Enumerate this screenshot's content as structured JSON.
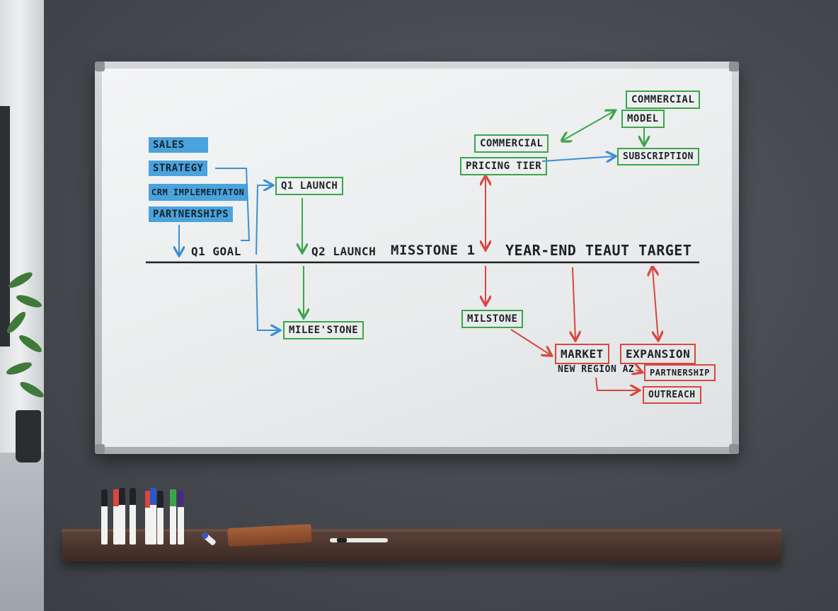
{
  "board": {
    "left_tags": [
      "SALES",
      "STRATEGY",
      "CRM IMPLEMENTATON",
      "PARTNERSHIPS"
    ],
    "timeline": {
      "q1_goal": "Q1 GOAL",
      "q2_launch": "Q2 LAUNCH",
      "misstone": "MISSTONE 1",
      "year_end": "YEAR-END TEAUT TARGET"
    },
    "boxes": {
      "q1_launch": "Q1 LAUNCH",
      "mileestone": "MILEE'STONE",
      "commercial_model_top": "COMMERCIAL",
      "commercial_model_bottom": "MODEL",
      "commercial": "COMMERCIAL",
      "subscription": "SUBSCRIPTION",
      "pricing_tier": "PRICING TIER",
      "milstone": "MILSTONE",
      "market": "MARKET",
      "expansion": "EXPANSION",
      "partnership": "PARTNERSHIP",
      "outreach": "OUTREACH"
    },
    "new_region": "NEW REGION AZ"
  },
  "colors": {
    "blue_marker": "#3b8fd6",
    "green_marker": "#3aa64a",
    "red_marker": "#d9463f",
    "black_marker": "#1e2226"
  },
  "markers": [
    {
      "cap": "#1f2226"
    },
    {
      "cap": "#d9463f"
    },
    {
      "cap": "#1f2226"
    },
    {
      "cap": "#1f2226"
    },
    {
      "cap": "#d9463f"
    },
    {
      "cap": "#2a57c9"
    },
    {
      "cap": "#1f2226"
    },
    {
      "cap": "#3aa64a"
    },
    {
      "cap": "#4a2d7a"
    }
  ]
}
